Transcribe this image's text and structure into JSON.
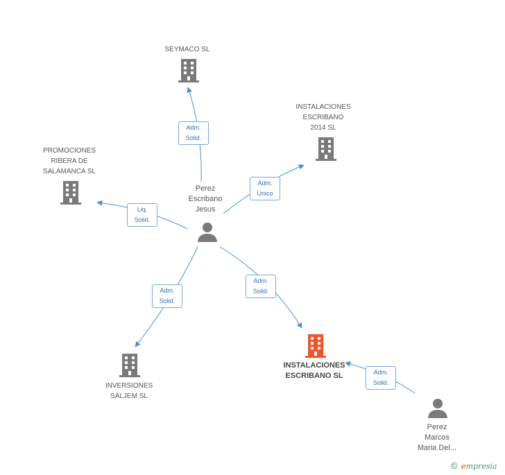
{
  "companies": {
    "seymaco": {
      "name": "SEYMACO SL",
      "color": "#7a7a7a"
    },
    "instalaciones_2014": {
      "name": "INSTALACIONES\nESCRIBANO\n2014  SL",
      "color": "#7a7a7a"
    },
    "promociones": {
      "name": "PROMOCIONES\nRIBERA DE\nSALAMANCA SL",
      "color": "#7a7a7a"
    },
    "inversiones": {
      "name": "INVERSIONES\nSALJEM  SL",
      "color": "#7a7a7a"
    },
    "instalaciones": {
      "name": "INSTALACIONES\nESCRIBANO SL",
      "color": "#f0552a"
    }
  },
  "persons": {
    "perez_escribano": {
      "name": "Perez\nEscribano\nJesus"
    },
    "perez_marcos": {
      "name": "Perez\nMarcos\nMaria Del..."
    }
  },
  "relations": {
    "to_seymaco": "Adm.\nSolid.",
    "to_instalaciones_2014": "Adm.\nUnico",
    "to_promociones": "Liq.\nSolid.",
    "to_inversiones": "Adm.\nSolid.",
    "to_instalaciones": "Adm.\nSolid.",
    "marcos_to_instalaciones": "Adm.\nSolid."
  },
  "colors": {
    "edge": "#4a90d9",
    "person": "#7a7a7a"
  },
  "footer": {
    "copyright": "©",
    "brand_e": "e",
    "brand_rest": "mpresia"
  }
}
